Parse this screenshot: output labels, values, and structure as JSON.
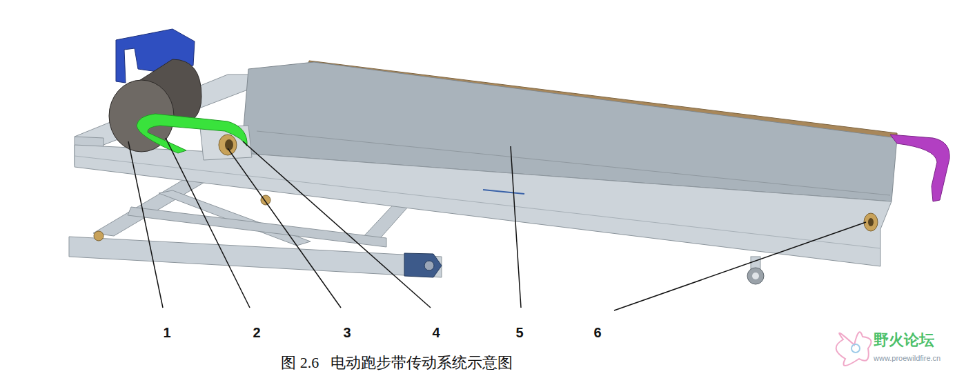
{
  "diagram": {
    "caption": "图 2.6   电动跑步带传动系统示意图",
    "labels": [
      "1",
      "2",
      "3",
      "4",
      "5",
      "6",
      "野火论坛",
      "www.proewildfire.cn"
    ]
  }
}
